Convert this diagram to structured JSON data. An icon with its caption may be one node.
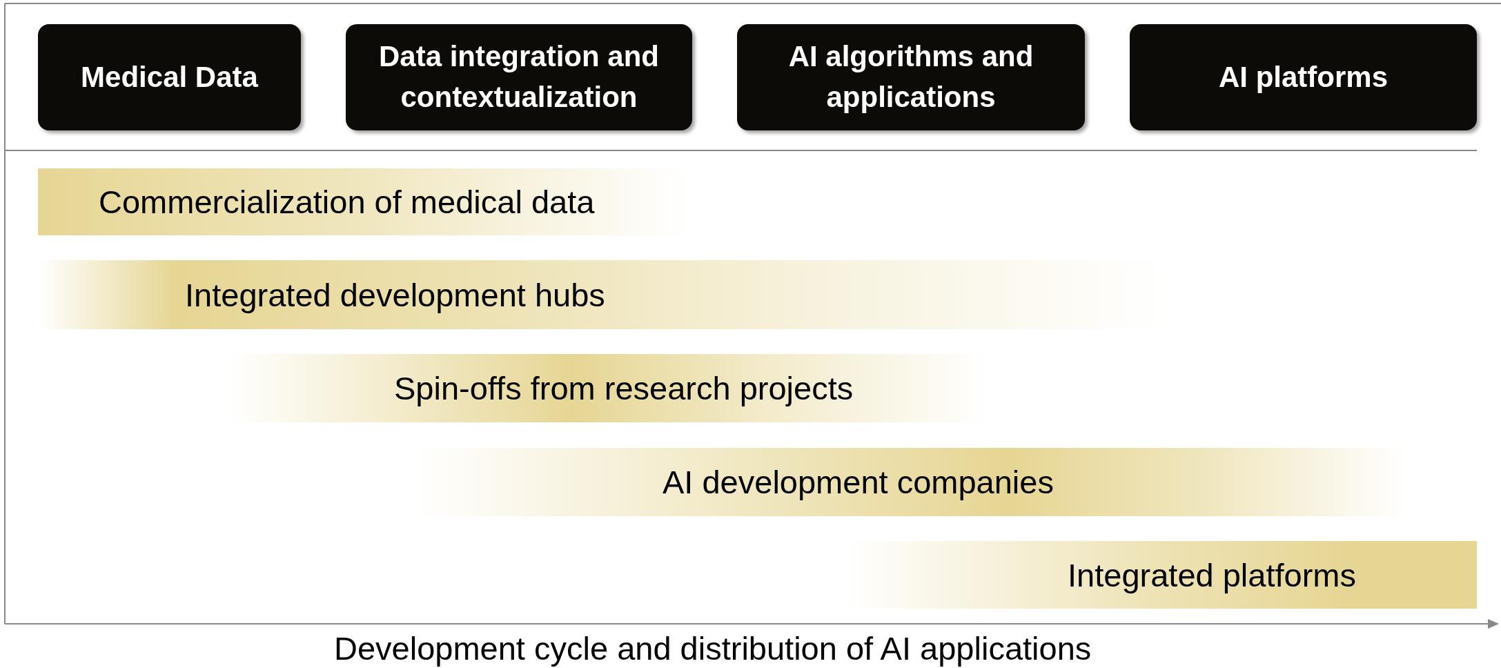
{
  "diagram": {
    "nodes": [
      {
        "text": [
          "Medical Data"
        ]
      },
      {
        "text": [
          "Data integration and contextualization"
        ]
      },
      {
        "text": [
          "AI algorithms and applications"
        ]
      },
      {
        "text": [
          "AI platforms"
        ]
      },
      {
        "text": [
          "Commercialization of medical data"
        ]
      },
      {
        "text": [
          "Integrated development hubs"
        ]
      },
      {
        "text": [
          "Spin-offs from research projects"
        ]
      },
      {
        "text": [
          "AI development companies"
        ]
      },
      {
        "text": [
          "Integrated platforms"
        ]
      }
    ],
    "labels": [
      "Development cycle and distribution of AI applications"
    ]
  }
}
